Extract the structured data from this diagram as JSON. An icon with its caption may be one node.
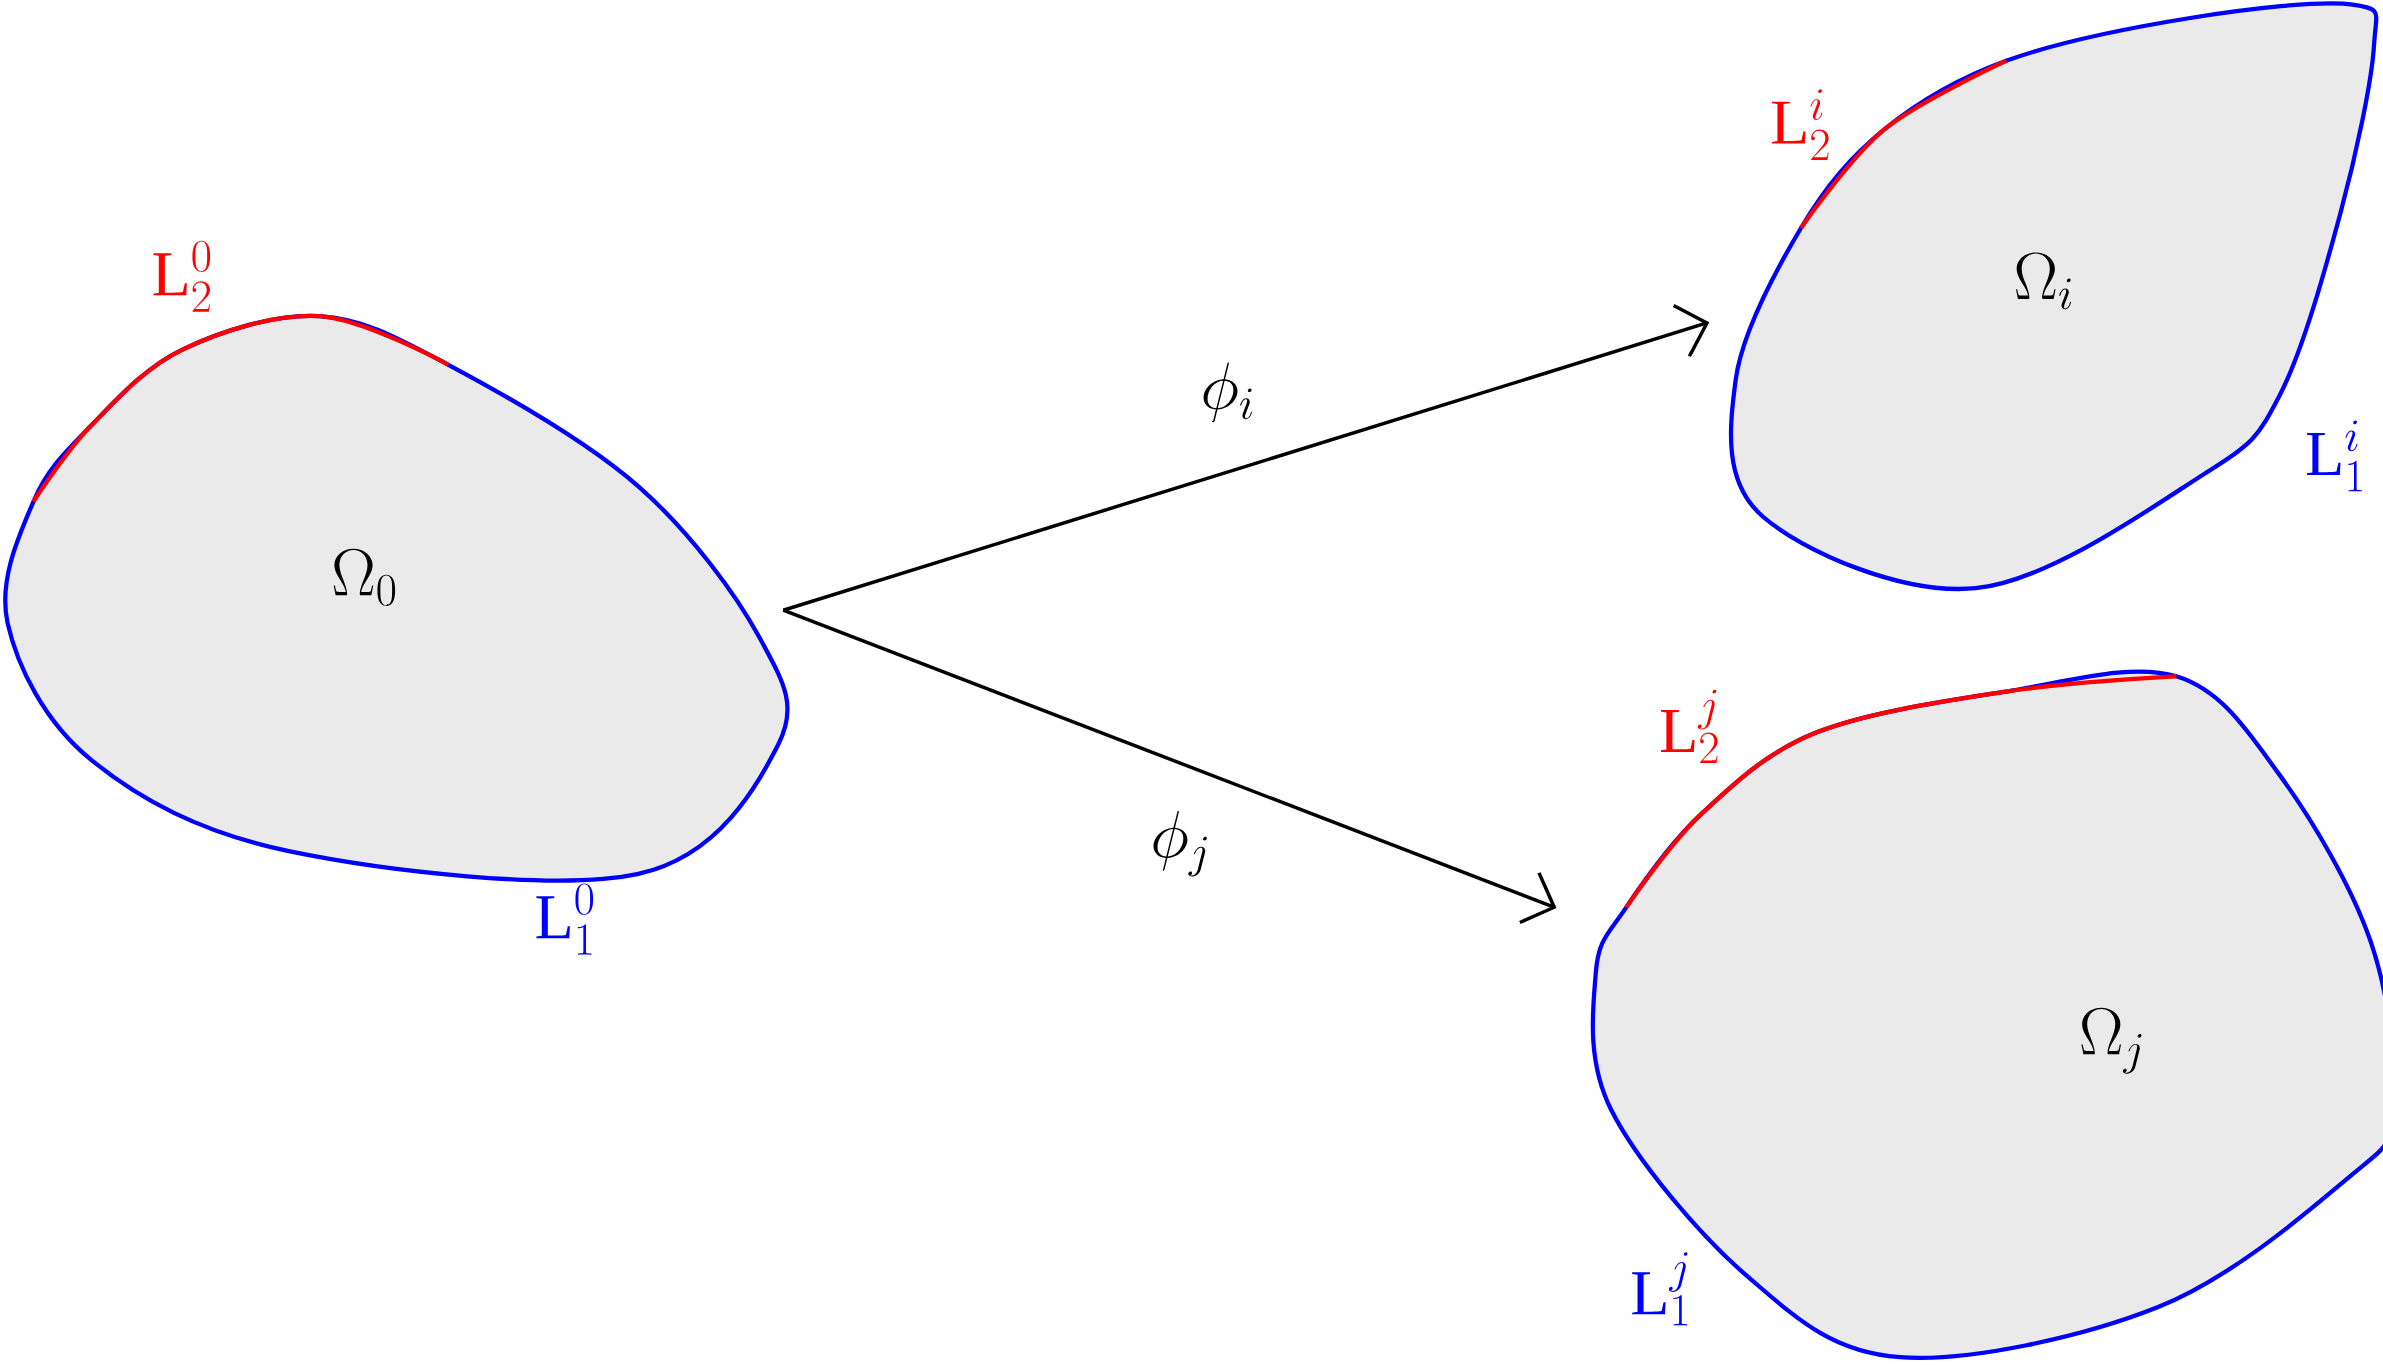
{
  "diagram": {
    "nodes": [
      {
        "text": [
          "\\Omega_0"
        ]
      },
      {
        "text": [
          "\\Omega_i"
        ]
      },
      {
        "text": [
          "\\Omega_j"
        ]
      }
    ],
    "edges": [
      {
        "from": 0,
        "to": 1,
        "arrow": "to",
        "label": "\\phi_i"
      },
      {
        "from": 0,
        "to": 2,
        "arrow": "to",
        "label": "\\phi_j"
      }
    ],
    "labels": [
      "\\mathrm{L}_2^0",
      "\\mathrm{L}_1^0",
      "\\mathrm{L}_2^i",
      "\\mathrm{L}_1^i",
      "\\mathrm{L}_2^j",
      "\\mathrm{L}_1^j"
    ]
  }
}
